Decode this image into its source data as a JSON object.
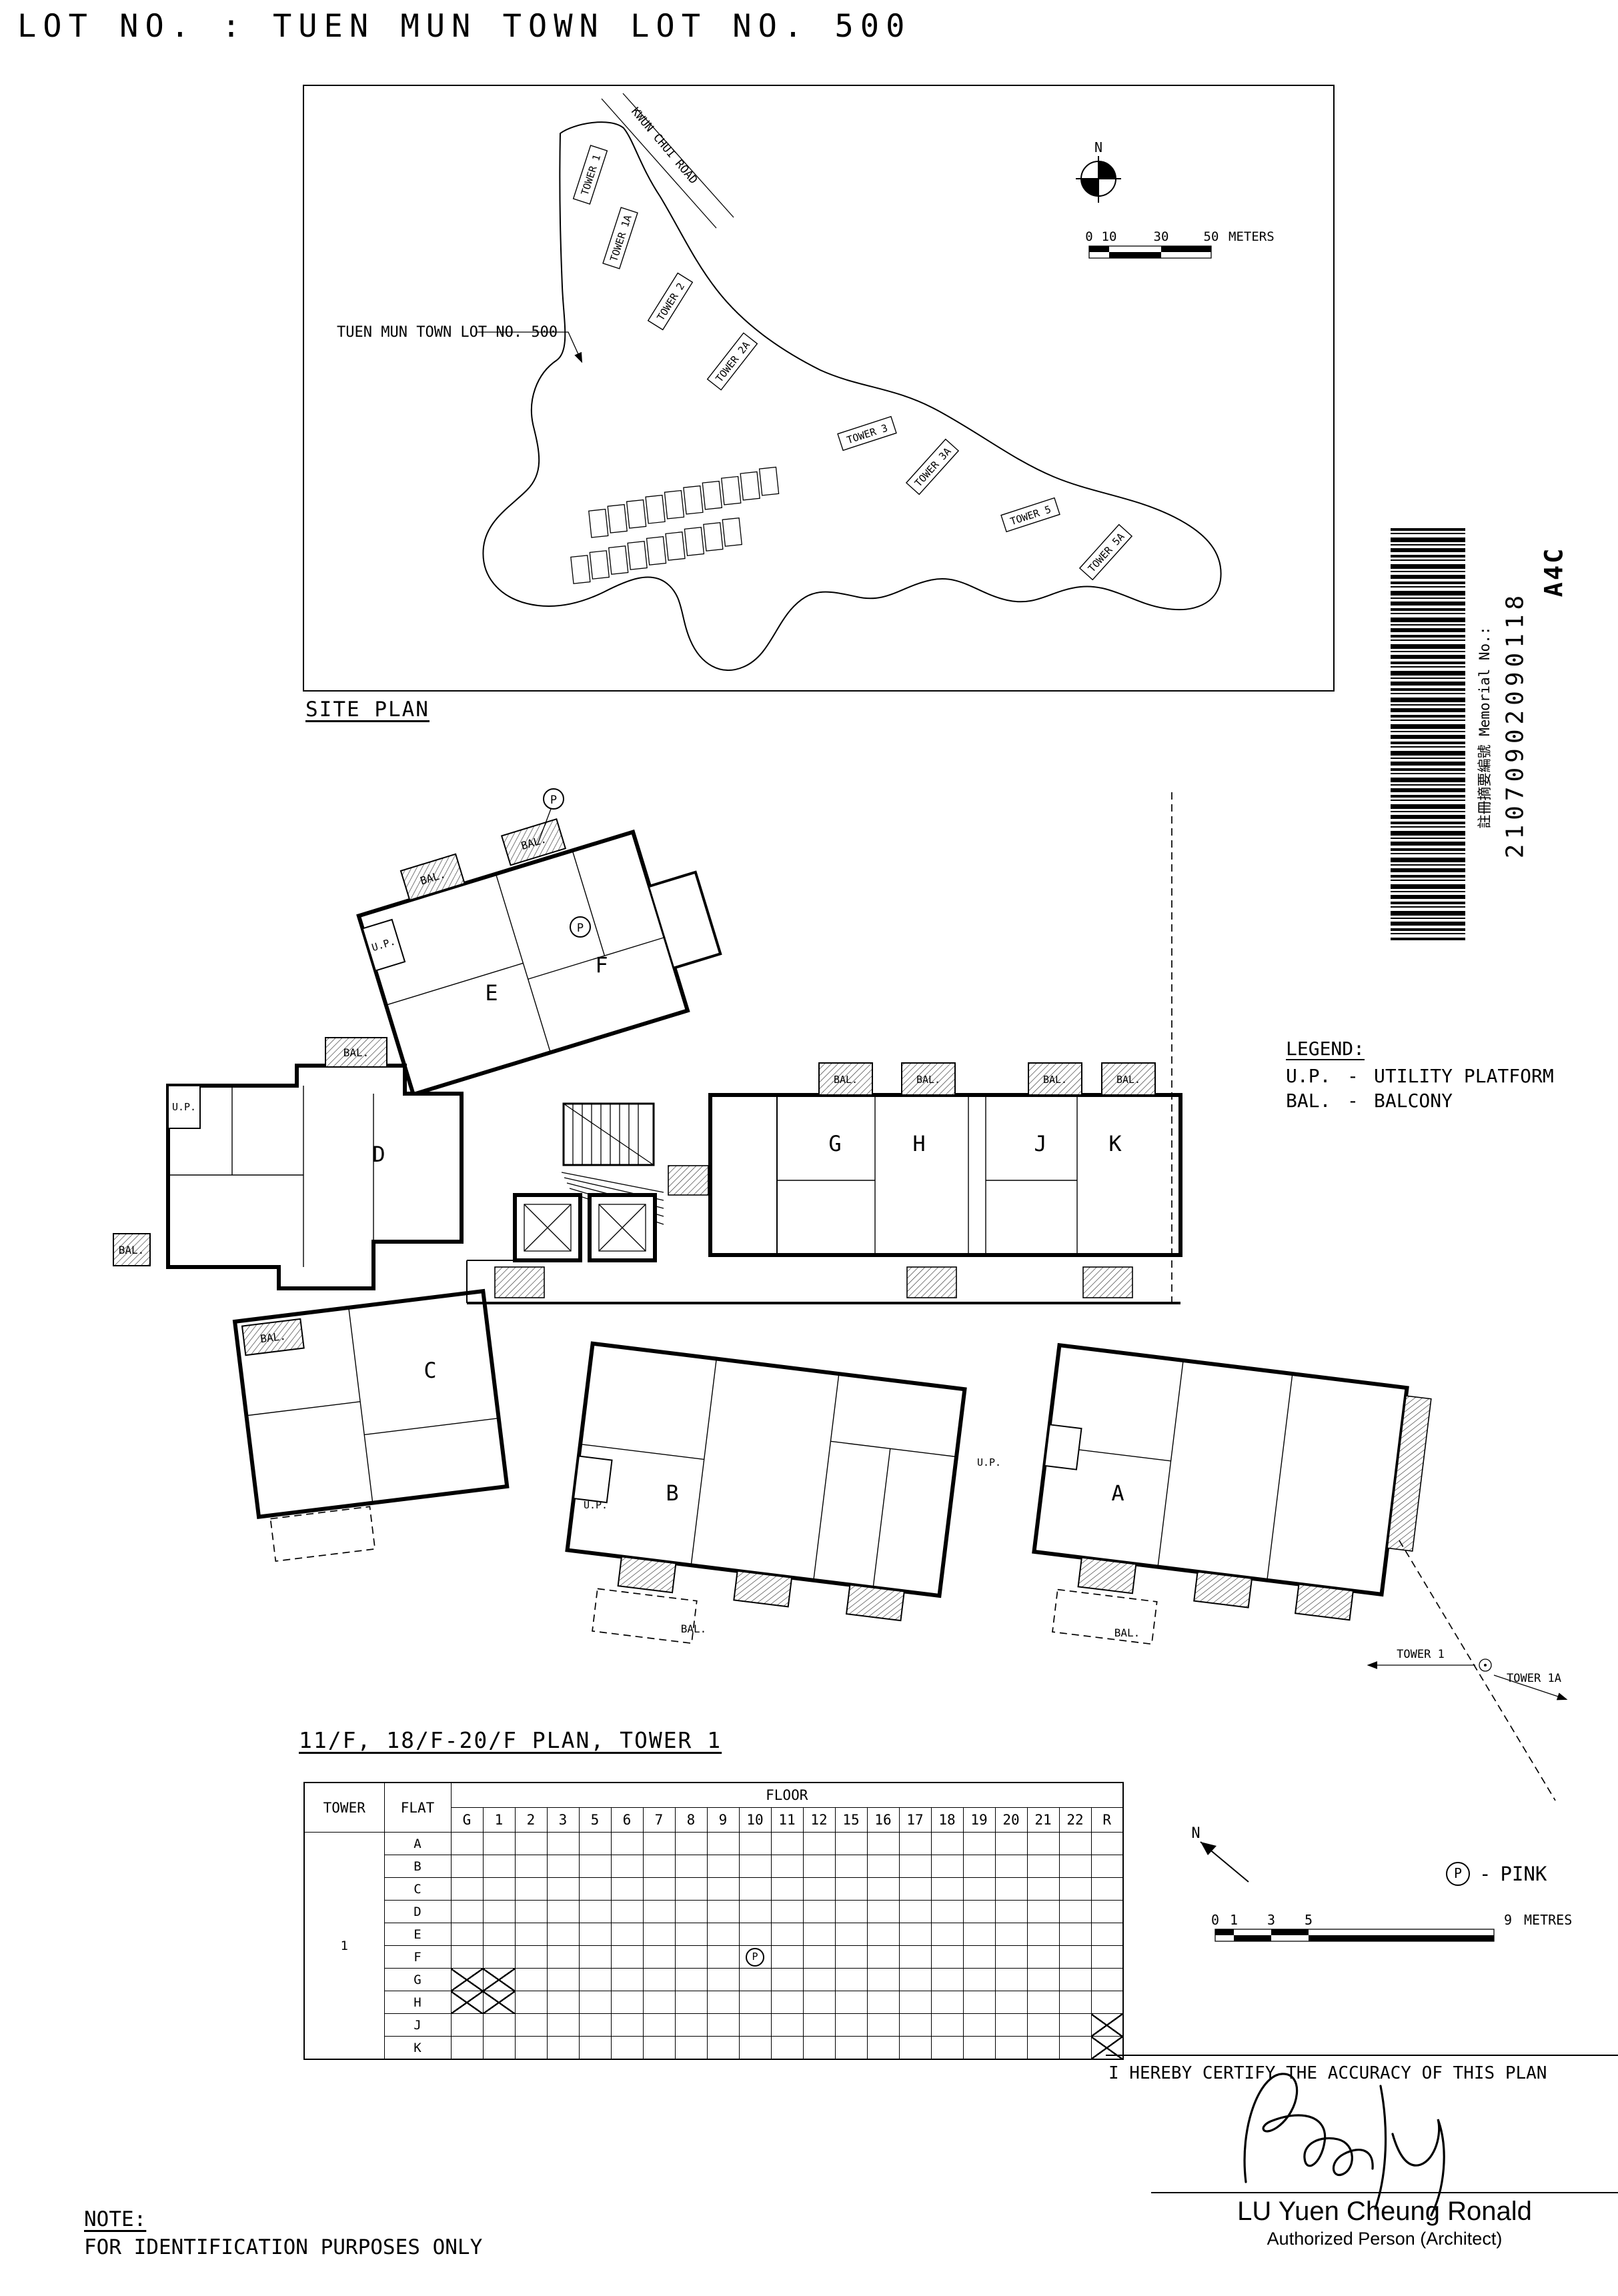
{
  "doc": {
    "title": "LOT NO. : TUEN MUN TOWN LOT NO. 500",
    "note_label": "NOTE:",
    "note_text": "FOR IDENTIFICATION PURPOSES ONLY"
  },
  "site": {
    "caption": "SITE PLAN",
    "lot_callout": "TUEN MUN TOWN LOT NO. 500",
    "road": "KWUN CHUI ROAD",
    "north": "N",
    "scale": {
      "t0": "0",
      "t1": "10",
      "t2": "30",
      "t3": "50",
      "unit": "METERS"
    },
    "towers": {
      "t1": "TOWER 1",
      "t1a": "TOWER 1A",
      "t2": "TOWER 2",
      "t2a": "TOWER 2A",
      "t3": "TOWER 3",
      "t3a": "TOWER 3A",
      "t5": "TOWER 5",
      "t5a": "TOWER 5A"
    }
  },
  "stamp": {
    "memorial_label": "註冊摘要編號 Memorial No.:",
    "memorial_no": "21070902090118",
    "sheet": "A4C"
  },
  "legend": {
    "title": "LEGEND:",
    "dash": "-",
    "up_abbr": "U.P.",
    "up_text": "UTILITY PLATFORM",
    "bal_abbr": "BAL.",
    "bal_text": "BALCONY"
  },
  "plan": {
    "caption": "11/F, 18/F-20/F PLAN, TOWER 1",
    "up": "U.P.",
    "bal": "BAL.",
    "p": "P",
    "flats": {
      "a": "A",
      "b": "B",
      "c": "C",
      "d": "D",
      "e": "E",
      "f": "F",
      "g": "G",
      "h": "H",
      "j": "J",
      "k": "K"
    },
    "tower1": "TOWER 1",
    "tower1a": "TOWER 1A"
  },
  "north2": {
    "n": "N"
  },
  "pink": {
    "p": "P",
    "dash": "-",
    "label": "PINK"
  },
  "scale2": {
    "t0": "0",
    "t1": "1",
    "t2": "3",
    "t3": "5",
    "t4": "9",
    "unit": "METRES"
  },
  "table": {
    "tower_h": "TOWER",
    "flat_h": "FLAT",
    "floor_h": "FLOOR",
    "floors": [
      "G",
      "1",
      "2",
      "3",
      "5",
      "6",
      "7",
      "8",
      "9",
      "10",
      "11",
      "12",
      "15",
      "16",
      "17",
      "18",
      "19",
      "20",
      "21",
      "22",
      "R"
    ],
    "tower_no": "1",
    "rows": [
      {
        "flat": "A",
        "crossed": []
      },
      {
        "flat": "B",
        "crossed": []
      },
      {
        "flat": "C",
        "crossed": []
      },
      {
        "flat": "D",
        "crossed": []
      },
      {
        "flat": "E",
        "crossed": []
      },
      {
        "flat": "F",
        "crossed": [],
        "p_floor": "10"
      },
      {
        "flat": "G",
        "crossed": [
          "G",
          "1"
        ]
      },
      {
        "flat": "H",
        "crossed": [
          "G",
          "1"
        ]
      },
      {
        "flat": "J",
        "crossed": [
          "R"
        ]
      },
      {
        "flat": "K",
        "crossed": [
          "R"
        ]
      }
    ]
  },
  "cert": {
    "statement": "I HEREBY CERTIFY THE ACCURACY OF THIS PLAN",
    "name": "LU Yuen Cheung Ronald",
    "role": "Authorized Person (Architect)"
  }
}
